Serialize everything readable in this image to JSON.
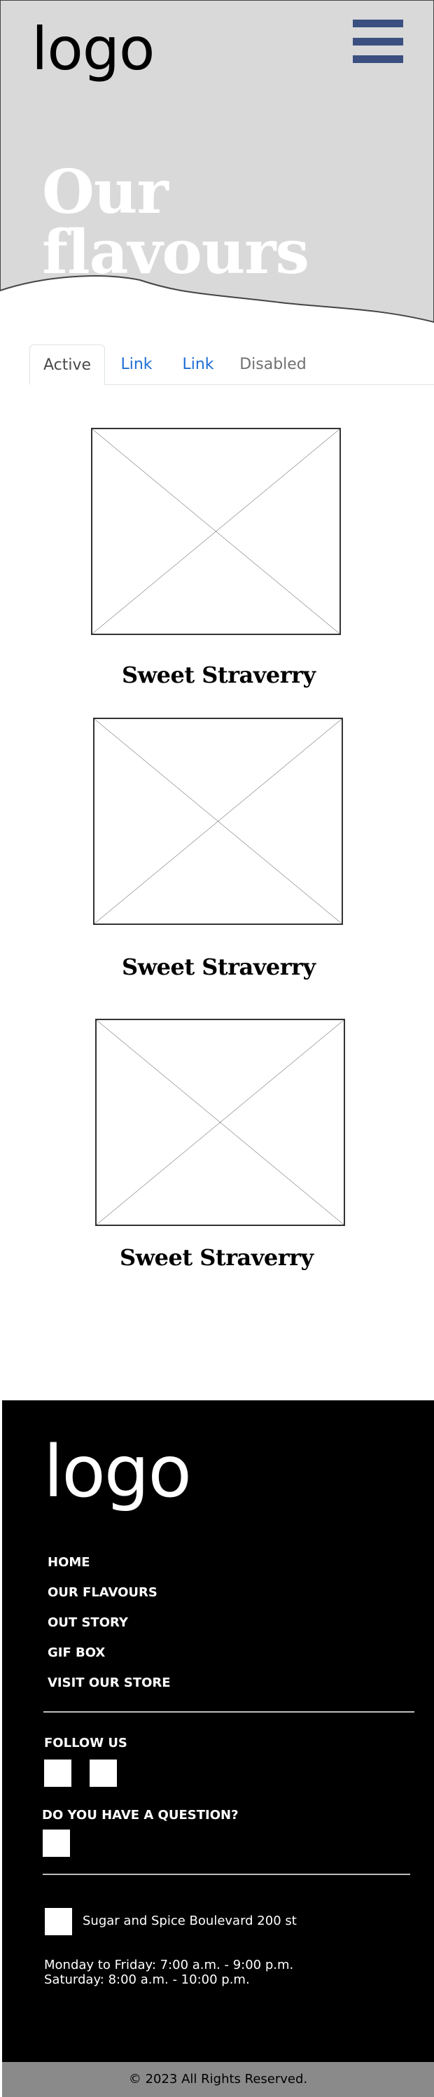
{
  "header": {
    "logo": "logo",
    "menu_icon": "hamburger-menu-icon",
    "title": "Our flavours",
    "bg_color": "#d9d9d9",
    "accent_color": "#3b5080"
  },
  "tabs": [
    {
      "label": "Active",
      "state": "active"
    },
    {
      "label": "Link",
      "state": "link"
    },
    {
      "label": "Link",
      "state": "link"
    },
    {
      "label": "Disabled",
      "state": "disabled"
    }
  ],
  "products": [
    {
      "name": "Sweet Straverry",
      "image": "placeholder-image-icon"
    },
    {
      "name": "Sweet Straverry",
      "image": "placeholder-image-icon"
    },
    {
      "name": "Sweet Straverry",
      "image": "placeholder-image-icon"
    }
  ],
  "footer": {
    "logo": "logo",
    "nav": [
      "HOME",
      "OUR FLAVOURS",
      "OUT STORY",
      "GIF BOX",
      "VISIT OUR STORE"
    ],
    "follow_heading": "FOLLOW US",
    "question_heading": "DO YOU HAVE A QUESTION?",
    "address": "Sugar and Spice Boulevard 200 st",
    "hours_weekdays": "Monday to Friday: 7:00 a.m. - 9:00 p.m.",
    "hours_saturday": "Saturday: 8:00 a.m. - 10:00 p.m.",
    "copyright": "© 2023  All Rights Reserved."
  }
}
